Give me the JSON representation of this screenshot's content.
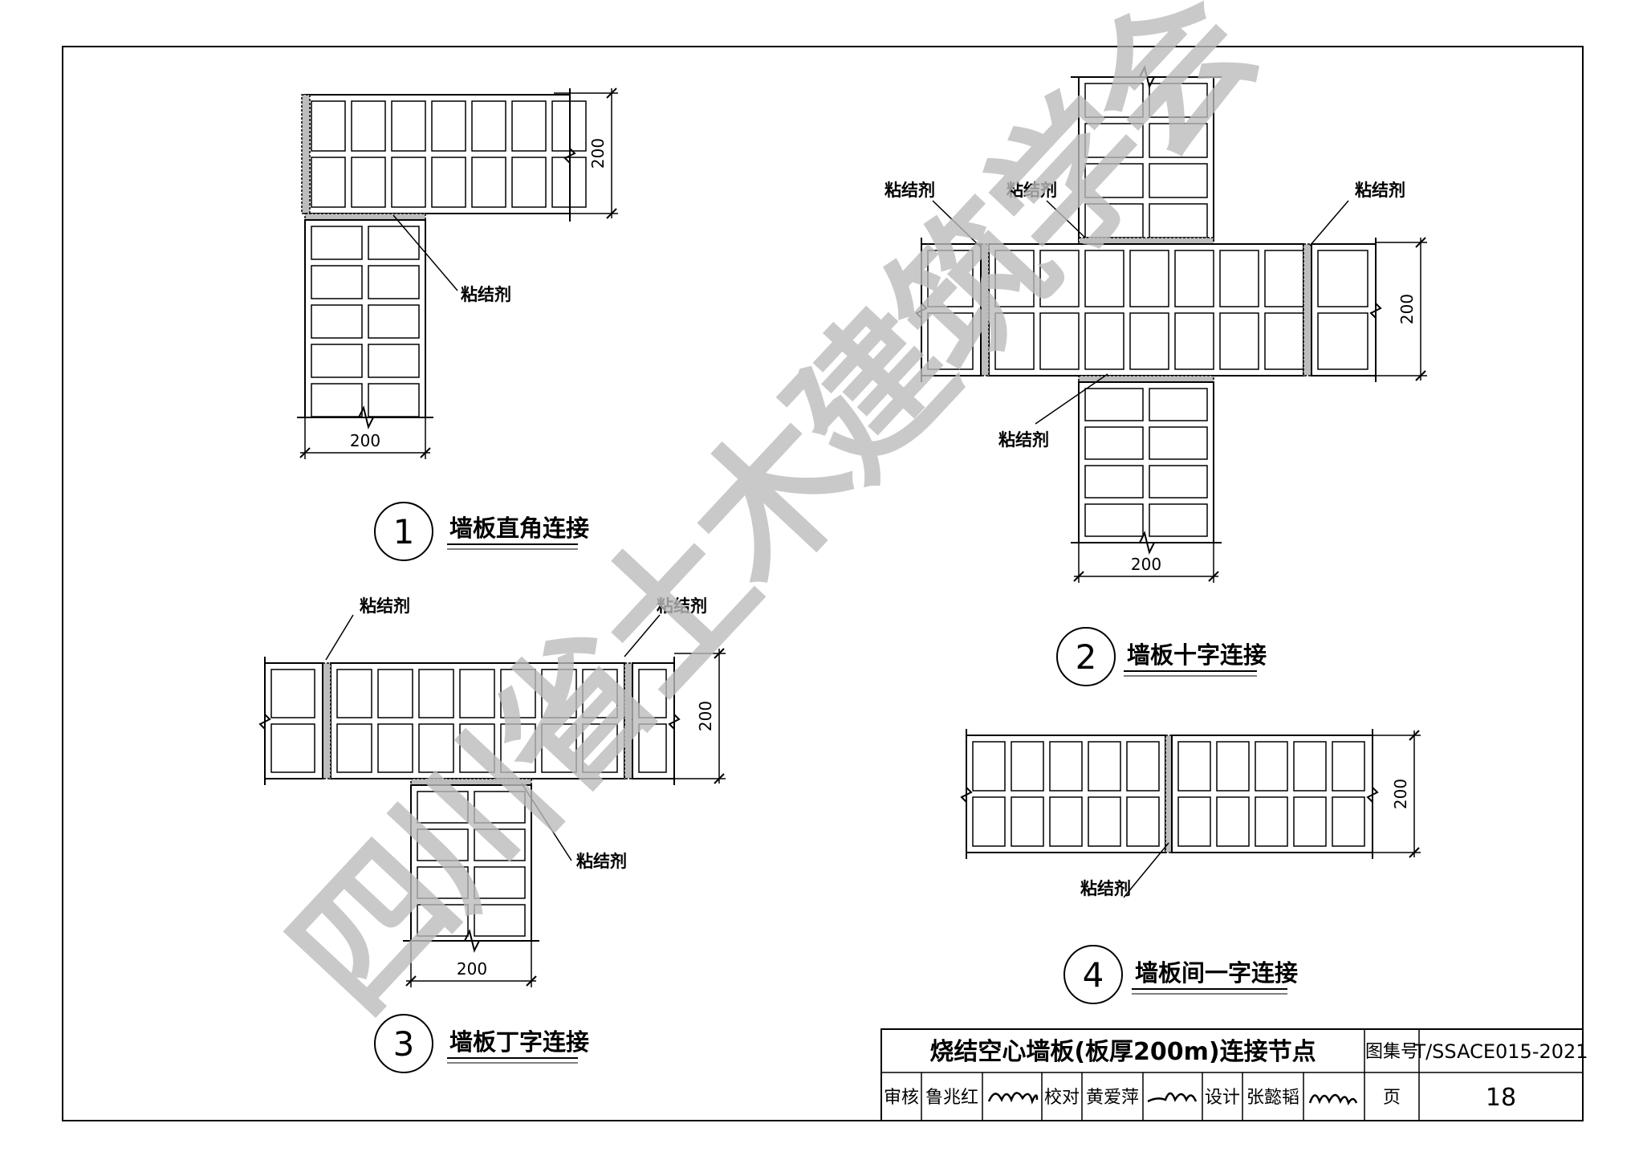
{
  "watermark": "四川省土木建筑学会",
  "labels": {
    "adhesive": "粘结剂",
    "dim_200": "200"
  },
  "details": [
    {
      "num": "1",
      "title": "墙板直角连接"
    },
    {
      "num": "2",
      "title": "墙板十字连接"
    },
    {
      "num": "3",
      "title": "墙板丁字连接"
    },
    {
      "num": "4",
      "title": "墙板间一字连接"
    }
  ],
  "title_block": {
    "title": "烧结空心墙板(板厚200m)连接节点",
    "atlas_label": "图集号",
    "atlas_no": "T/SSACE015-2021",
    "review_label": "审核",
    "review_name": "鲁兆红",
    "check_label": "校对",
    "check_name": "黄爱萍",
    "design_label": "设计",
    "design_name": "张懿韬",
    "page_label": "页",
    "page_no": "18"
  }
}
